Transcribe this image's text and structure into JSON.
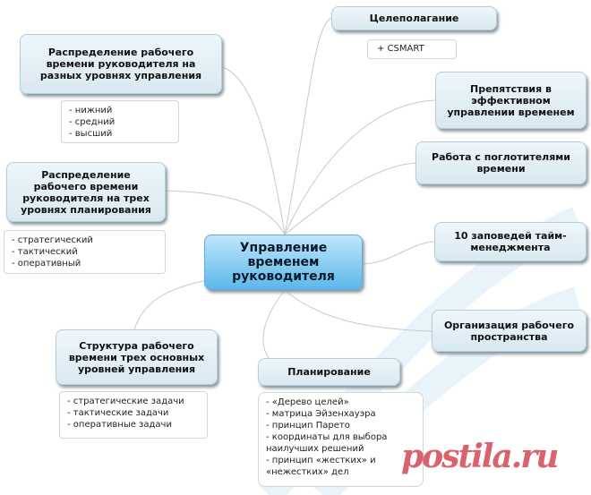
{
  "center": "Управление временем руководителя",
  "nodes": {
    "levels": "Распределение рабочего времени руководителя на разных уровнях управления",
    "planning_levels": "Распределение рабочего времени руководителя на трех уровнях планирования",
    "structure": "Структура рабочего времени трех основных уровней управления",
    "planning": "Планирование",
    "goals": "Целеполагание",
    "obstacles": "Препятствия в эффективном управлении временем",
    "absorbers": "Работа с поглотителями времени",
    "commandments": "10 заповедей тайм-менеджмента",
    "workspace": "Организация рабочего пространства"
  },
  "notes": {
    "levels": [
      "- нижний",
      "- средний",
      "- высший"
    ],
    "planning_levels": [
      "- стратегический",
      "- тактический",
      "- оперативный"
    ],
    "structure": [
      "- стратегические задачи",
      "- тактические задачи",
      "- оперативные задачи"
    ],
    "planning": [
      "-  «Дерево целей»",
      "-  матрица Эйзенхауэра",
      "-  принцип Парето",
      "-  координаты для выбора",
      "наилучших решений",
      "- принцип «жестких» и",
      "«нежестких» дел"
    ],
    "goals": [
      "+ CSMART"
    ]
  },
  "watermark": "postila.ru"
}
